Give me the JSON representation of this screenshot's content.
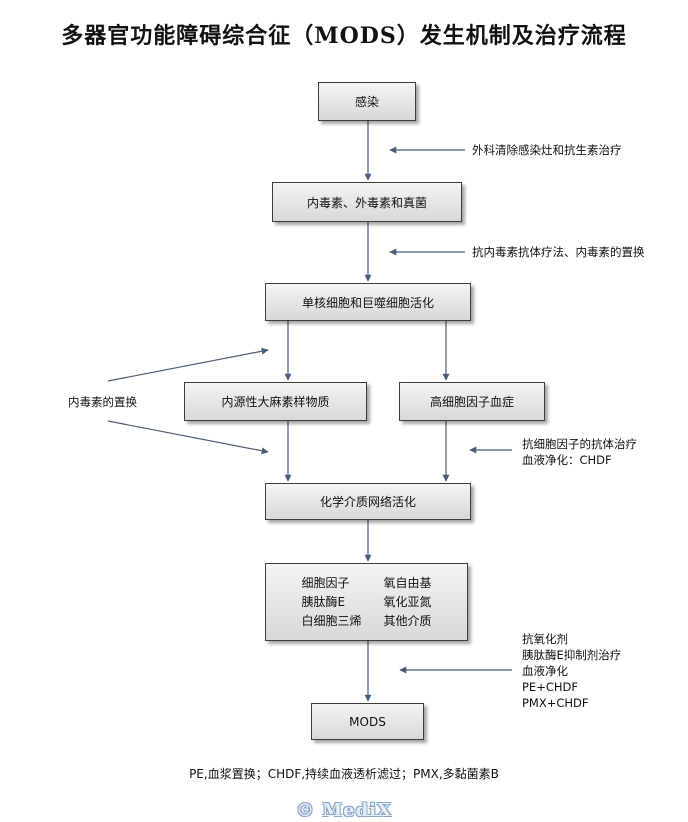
{
  "title": "多器官功能障碍综合征（MODS）发生机制及治疗流程",
  "nodes": {
    "infection": "感染",
    "toxins": "内毒素、外毒素和真菌",
    "activation": "单核细胞和巨噬细胞活化",
    "endo_source": "内源性大麻素样物质",
    "cytokinemia": "高细胞因子血症",
    "mediator_net": "化学介质网络活化",
    "mediators": {
      "left": [
        "细胞因子",
        "胰肽酶E",
        "白细胞三烯"
      ],
      "right": [
        "氧自由基",
        "氧化亚氮",
        "其他介质"
      ]
    },
    "mods": "MODS"
  },
  "treatments": {
    "t1": [
      "外科清除感染灶和抗生素治疗"
    ],
    "t2": [
      "抗内毒素抗体疗法、内毒素的置换"
    ],
    "t3": [
      "内毒素的置换"
    ],
    "t4": [
      "抗细胞因子的抗体治疗",
      "血液净化：CHDF"
    ],
    "t5": [
      "抗氧化剂",
      "胰肽酶E抑制剂治疗",
      "血液净化",
      "PE+CHDF",
      "PMX+CHDF"
    ]
  },
  "footer": "PE,血浆置换；CHDF,持续血液透析滤过；PMX,多黏菌素B",
  "brand": "© MediX",
  "colors": {
    "line": "#4a5a7a",
    "box_border": "#3d3d3d"
  }
}
